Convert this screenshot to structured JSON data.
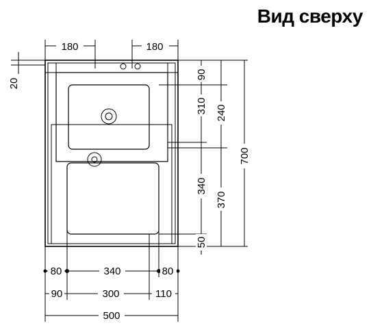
{
  "title": "Вид сверху",
  "dims": {
    "top_left": "180",
    "top_right": "180",
    "left_20": "20",
    "r90": "90",
    "r310": "310",
    "r240": "240",
    "r340": "340",
    "r370": "370",
    "r50": "50",
    "r700": "700",
    "b80a": "80",
    "b340": "340",
    "b80b": "80",
    "b90": "90",
    "b300": "300",
    "b110": "110",
    "b500": "500"
  }
}
